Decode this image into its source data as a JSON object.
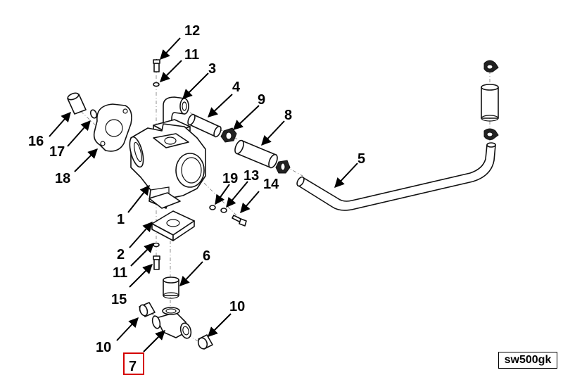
{
  "figure": {
    "reference_code": "sw500gk",
    "highlighted_callout": "7",
    "accent_color": "#d40000"
  },
  "callouts": [
    {
      "id": "c12",
      "label": "12"
    },
    {
      "id": "c11a",
      "label": "11"
    },
    {
      "id": "c3",
      "label": "3"
    },
    {
      "id": "c4",
      "label": "4"
    },
    {
      "id": "c9",
      "label": "9"
    },
    {
      "id": "c8",
      "label": "8"
    },
    {
      "id": "c5",
      "label": "5"
    },
    {
      "id": "c16",
      "label": "16"
    },
    {
      "id": "c17",
      "label": "17"
    },
    {
      "id": "c18",
      "label": "18"
    },
    {
      "id": "c19",
      "label": "19"
    },
    {
      "id": "c13",
      "label": "13"
    },
    {
      "id": "c14",
      "label": "14"
    },
    {
      "id": "c1",
      "label": "1"
    },
    {
      "id": "c2",
      "label": "2"
    },
    {
      "id": "c11b",
      "label": "11"
    },
    {
      "id": "c6",
      "label": "6"
    },
    {
      "id": "c15",
      "label": "15"
    },
    {
      "id": "c10a",
      "label": "10"
    },
    {
      "id": "c10b",
      "label": "10"
    },
    {
      "id": "c7",
      "label": "7"
    }
  ]
}
